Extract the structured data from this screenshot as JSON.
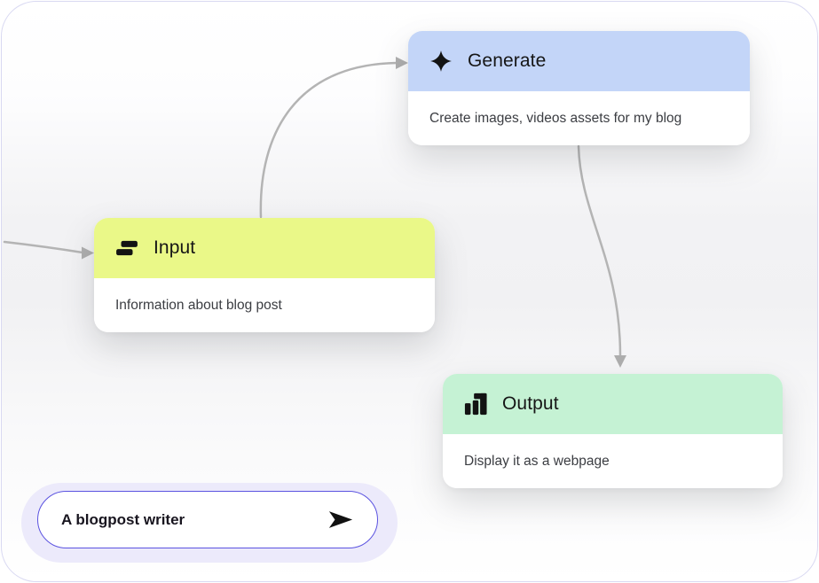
{
  "colors": {
    "canvas_border": "#d9d9f2",
    "connector": "#b4b4b4",
    "arrowhead": "#aeaeae",
    "input_header": "#eaf888",
    "generate_header": "#c3d5f8",
    "output_header": "#c5f2d4",
    "prompt_border": "#5a52e0",
    "prompt_halo": "#eceafb",
    "icon_ink": "#131313"
  },
  "nodes": [
    {
      "id": "input",
      "title": "Input",
      "description": "Information about blog post",
      "icon": "text-lines-icon",
      "header_color": "#eaf888"
    },
    {
      "id": "generate",
      "title": "Generate",
      "description": "Create images, videos assets for my blog",
      "icon": "sparkle-icon",
      "header_color": "#c3d5f8"
    },
    {
      "id": "output",
      "title": "Output",
      "description": "Display it as a webpage",
      "icon": "bar-chart-icon",
      "header_color": "#c5f2d4"
    }
  ],
  "connectors": [
    {
      "from": "canvas-left-edge",
      "to": "input"
    },
    {
      "from": "input",
      "to": "generate"
    },
    {
      "from": "generate",
      "to": "output"
    }
  ],
  "prompt_bar": {
    "value": "A blogpost writer",
    "send_icon": "send-arrow-icon"
  }
}
